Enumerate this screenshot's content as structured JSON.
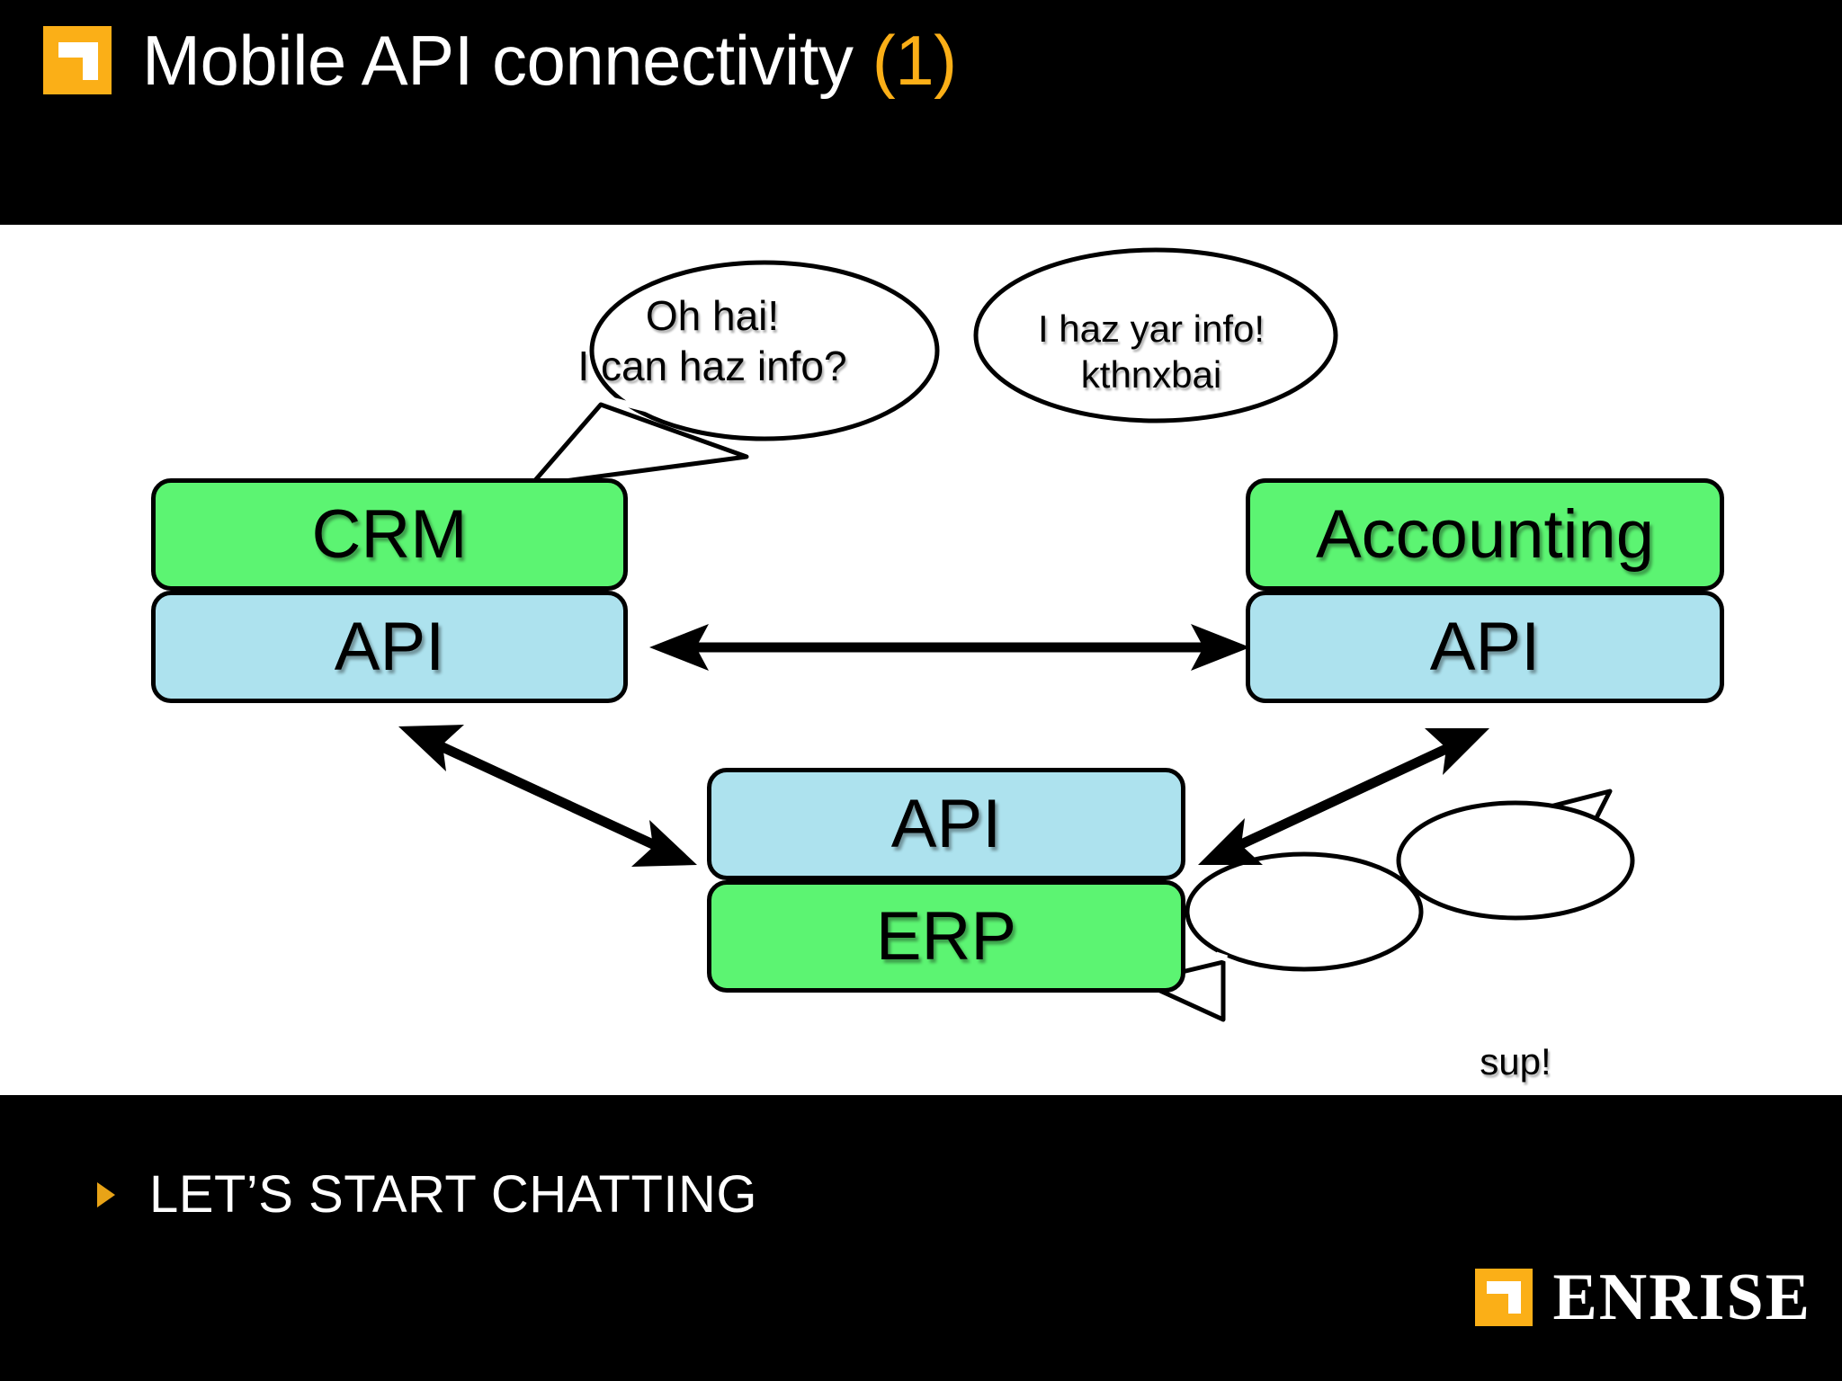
{
  "header": {
    "logo_icon": "enrise-corner-logo-icon",
    "title": "Mobile API connectivity",
    "title_suffix": "(1)",
    "title_color": "#FFFFFF",
    "accent_color": "#FBAF17",
    "background_color": "#000000"
  },
  "diagram": {
    "background_color": "#FFFFFF",
    "box_green_color": "#5CF472",
    "box_blue_color": "#ADE2EE",
    "box_border_color": "#000000",
    "boxes": [
      {
        "id": "crm",
        "label": "CRM",
        "kind": "system",
        "color": "green"
      },
      {
        "id": "crm-api",
        "label": "API",
        "kind": "api",
        "color": "blue"
      },
      {
        "id": "accounting",
        "label": "Accounting",
        "kind": "system",
        "color": "green"
      },
      {
        "id": "acc-api",
        "label": "API",
        "kind": "api",
        "color": "blue"
      },
      {
        "id": "erp-api",
        "label": "API",
        "kind": "api",
        "color": "blue"
      },
      {
        "id": "erp",
        "label": "ERP",
        "kind": "system",
        "color": "green"
      }
    ],
    "bubbles": [
      {
        "id": "bubble-1",
        "line1": "Oh hai!",
        "line2": "I can haz info?",
        "from": "crm"
      },
      {
        "id": "bubble-2",
        "line1": "I haz yar info!",
        "line2": "kthnxbai",
        "from": "accounting"
      },
      {
        "id": "bubble-3",
        "line1": "sup!",
        "line2": "",
        "from": "erp"
      },
      {
        "id": "bubble-4",
        "line1": "sup!",
        "line2": "",
        "from": "acc-api"
      }
    ],
    "connectors": [
      {
        "id": "connector-crm-accounting",
        "from": "crm-api",
        "to": "acc-api",
        "style": "double-headed-arrow"
      },
      {
        "id": "connector-crm-erp",
        "from": "crm-api",
        "to": "erp-api",
        "style": "double-headed-arrow"
      },
      {
        "id": "connector-erp-accounting",
        "from": "erp-api",
        "to": "acc-api",
        "style": "double-headed-arrow"
      }
    ]
  },
  "footer": {
    "bullet_icon": "triangle-bullet-icon",
    "bullet_color": "#E8A317",
    "bullet_label": "LET’S START CHATTING",
    "background_color": "#000000",
    "brand": {
      "logo_icon": "enrise-corner-logo-icon",
      "name": "ENRISE",
      "mark_color": "#FBAF17"
    }
  }
}
